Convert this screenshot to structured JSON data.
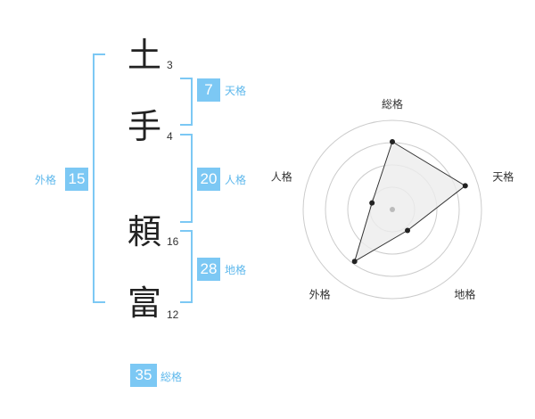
{
  "name": {
    "chars": [
      {
        "char": "土",
        "strokes": "3"
      },
      {
        "char": "手",
        "strokes": "4"
      },
      {
        "char": "頼",
        "strokes": "16"
      },
      {
        "char": "富",
        "strokes": "12"
      }
    ]
  },
  "kaku": {
    "tenkaku": {
      "value": "7",
      "label": "天格"
    },
    "jinkaku": {
      "value": "20",
      "label": "人格"
    },
    "chikaku": {
      "value": "28",
      "label": "地格"
    },
    "gaikaku": {
      "value": "15",
      "label": "外格"
    },
    "soukaku": {
      "value": "35",
      "label": "総格"
    }
  },
  "chart_data": {
    "type": "radar",
    "axes": [
      "総格",
      "天格",
      "地格",
      "外格",
      "人格"
    ],
    "values": [
      0.76,
      0.86,
      0.29,
      0.72,
      0.24
    ],
    "rmax": 1,
    "rings": 4,
    "colors": {
      "grid": "#cccccc",
      "fill": "#ececec",
      "line": "#333333",
      "point": "#222222",
      "center": "#bbbbbb",
      "accent": "#7cc8f4"
    }
  }
}
